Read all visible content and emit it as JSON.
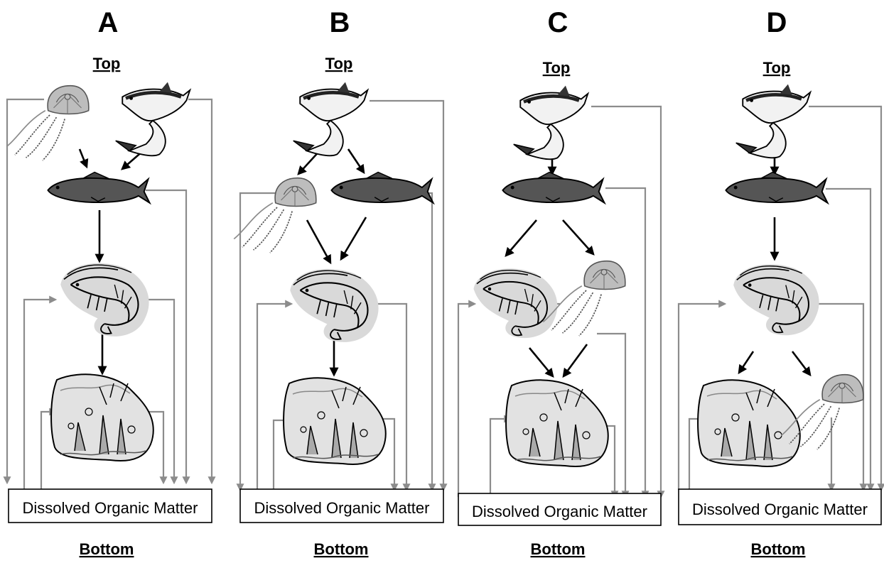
{
  "panels": [
    {
      "letter": "A",
      "top_label": "Top",
      "bottom_label": "Bottom",
      "sink_label": "Dissolved Organic Matter",
      "organisms": [
        "jellyfish",
        "shark",
        "fish",
        "shrimp",
        "phytoplankton"
      ]
    },
    {
      "letter": "B",
      "top_label": "Top",
      "bottom_label": "Bottom",
      "sink_label": "Dissolved Organic Matter",
      "organisms": [
        "shark",
        "jellyfish",
        "fish",
        "shrimp",
        "phytoplankton"
      ]
    },
    {
      "letter": "C",
      "top_label": "Top",
      "bottom_label": "Bottom",
      "sink_label": "Dissolved Organic Matter",
      "organisms": [
        "shark",
        "fish",
        "shrimp",
        "jellyfish",
        "phytoplankton"
      ]
    },
    {
      "letter": "D",
      "top_label": "Top",
      "bottom_label": "Bottom",
      "sink_label": "Dissolved Organic Matter",
      "organisms": [
        "shark",
        "fish",
        "shrimp",
        "jellyfish",
        "phytoplankton"
      ]
    }
  ],
  "colors": {
    "feeding_arrow": "#000000",
    "excretion_arrow": "#8c8c8c",
    "fish": "#555555",
    "jellyfish": "#bdbdbd",
    "halo": "#d9d9d9"
  }
}
